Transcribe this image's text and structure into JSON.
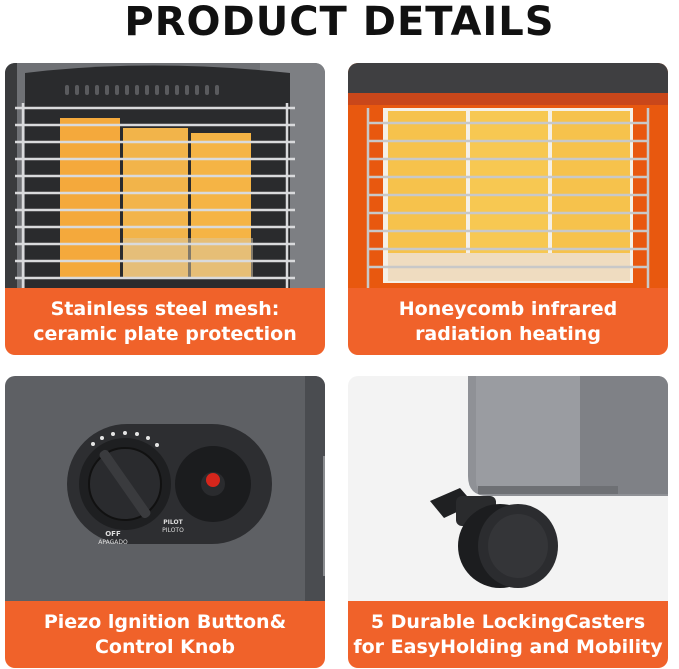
{
  "title": "PRODUCT DETAILS",
  "panels": [
    {
      "caption_line1": "Stainless steel mesh:",
      "caption_line2": "ceramic plate protection",
      "photo": "heater-front-grille"
    },
    {
      "caption_line1": "Honeycomb infrared",
      "caption_line2": "radiation heating",
      "photo": "ceramic-honeycomb-plates"
    },
    {
      "caption_line1": "Piezo lgnition Button&",
      "caption_line2": "Control Knob",
      "photo": "control-knob-and-ignition",
      "knob_labels": {
        "off_en": "OFF",
        "off_es": "APAGADO",
        "pilot_en": "PILOT",
        "pilot_es": "PILOTO"
      }
    },
    {
      "caption_line1": "5 Durable LockingCasters",
      "caption_line2": "for EasyHolding and Mobility",
      "photo": "locking-caster-wheel"
    }
  ],
  "colors": {
    "accent": "#f0622a",
    "text": "#111111",
    "caption_text": "#ffffff"
  }
}
